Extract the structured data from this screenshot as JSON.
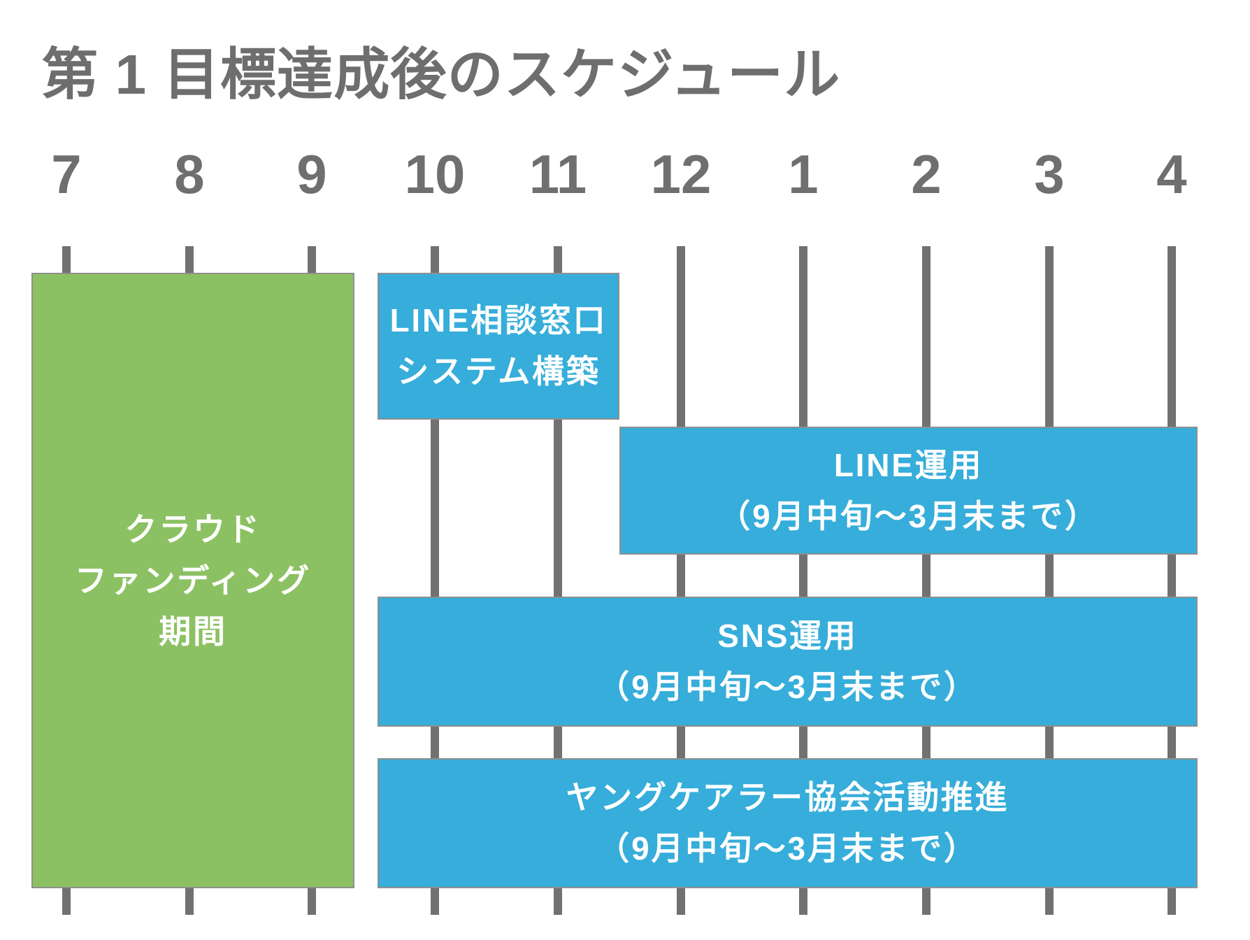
{
  "title": "第 1 目標達成後のスケジュール",
  "timeline": {
    "months": [
      "7",
      "8",
      "9",
      "10",
      "11",
      "12",
      "1",
      "2",
      "3",
      "4"
    ],
    "axis_note": "months from July (7) to April (4)"
  },
  "bars": [
    {
      "id": "crowdfunding",
      "color": "#8cc163",
      "lines": [
        "クラウド",
        "ファンディング",
        "期間"
      ]
    },
    {
      "id": "line-consult-setup",
      "color": "#36adda",
      "lines": [
        "LINE相談窓口",
        "システム構築"
      ]
    },
    {
      "id": "line-operation",
      "color": "#36adda",
      "lines": [
        "LINE運用",
        "（9月中旬〜3月末まで）"
      ]
    },
    {
      "id": "sns-operation",
      "color": "#36adda",
      "lines": [
        "SNS運用",
        "（9月中旬〜3月末まで）"
      ]
    },
    {
      "id": "young-carer-promotion",
      "color": "#36adda",
      "lines": [
        "ヤングケアラー協会活動推進",
        "（9月中旬〜3月末まで）"
      ]
    }
  ],
  "colors": {
    "background": "#ffffff",
    "title_text": "#6e6e6e",
    "month_text": "#6f6f6f",
    "gridline": "#717171",
    "bar_green": "#8cc163",
    "bar_blue": "#36adda",
    "bar_border": "#8f8f8f",
    "bar_text": "#ffffff"
  },
  "chart_data": {
    "type": "bar",
    "variant": "gantt-schedule",
    "title": "第 1 目標達成後のスケジュール",
    "x_ticks": [
      "7",
      "8",
      "9",
      "10",
      "11",
      "12",
      "1",
      "2",
      "3",
      "4"
    ],
    "x_axis_meaning": "month numbers, July through April of following year",
    "grid": true,
    "tasks": [
      {
        "name": "クラウドファンディング期間",
        "start_tick": -0.28,
        "end_tick": 2.34,
        "approx_months": "7月前〜9月中旬",
        "color": "#8cc163"
      },
      {
        "name": "LINE相談窓口システム構築",
        "start_tick": 2.53,
        "end_tick": 4.5,
        "approx_months": "9月中旬〜11月中旬",
        "color": "#36adda"
      },
      {
        "name": "LINE運用",
        "start_tick": 4.5,
        "end_tick": 9.21,
        "period_label": "9月中旬〜3月末まで",
        "color": "#36adda"
      },
      {
        "name": "SNS運用",
        "start_tick": 2.53,
        "end_tick": 9.21,
        "period_label": "9月中旬〜3月末まで",
        "color": "#36adda"
      },
      {
        "name": "ヤングケアラー協会活動推進",
        "start_tick": 2.53,
        "end_tick": 9.21,
        "period_label": "9月中旬〜3月末まで",
        "color": "#36adda"
      }
    ]
  }
}
